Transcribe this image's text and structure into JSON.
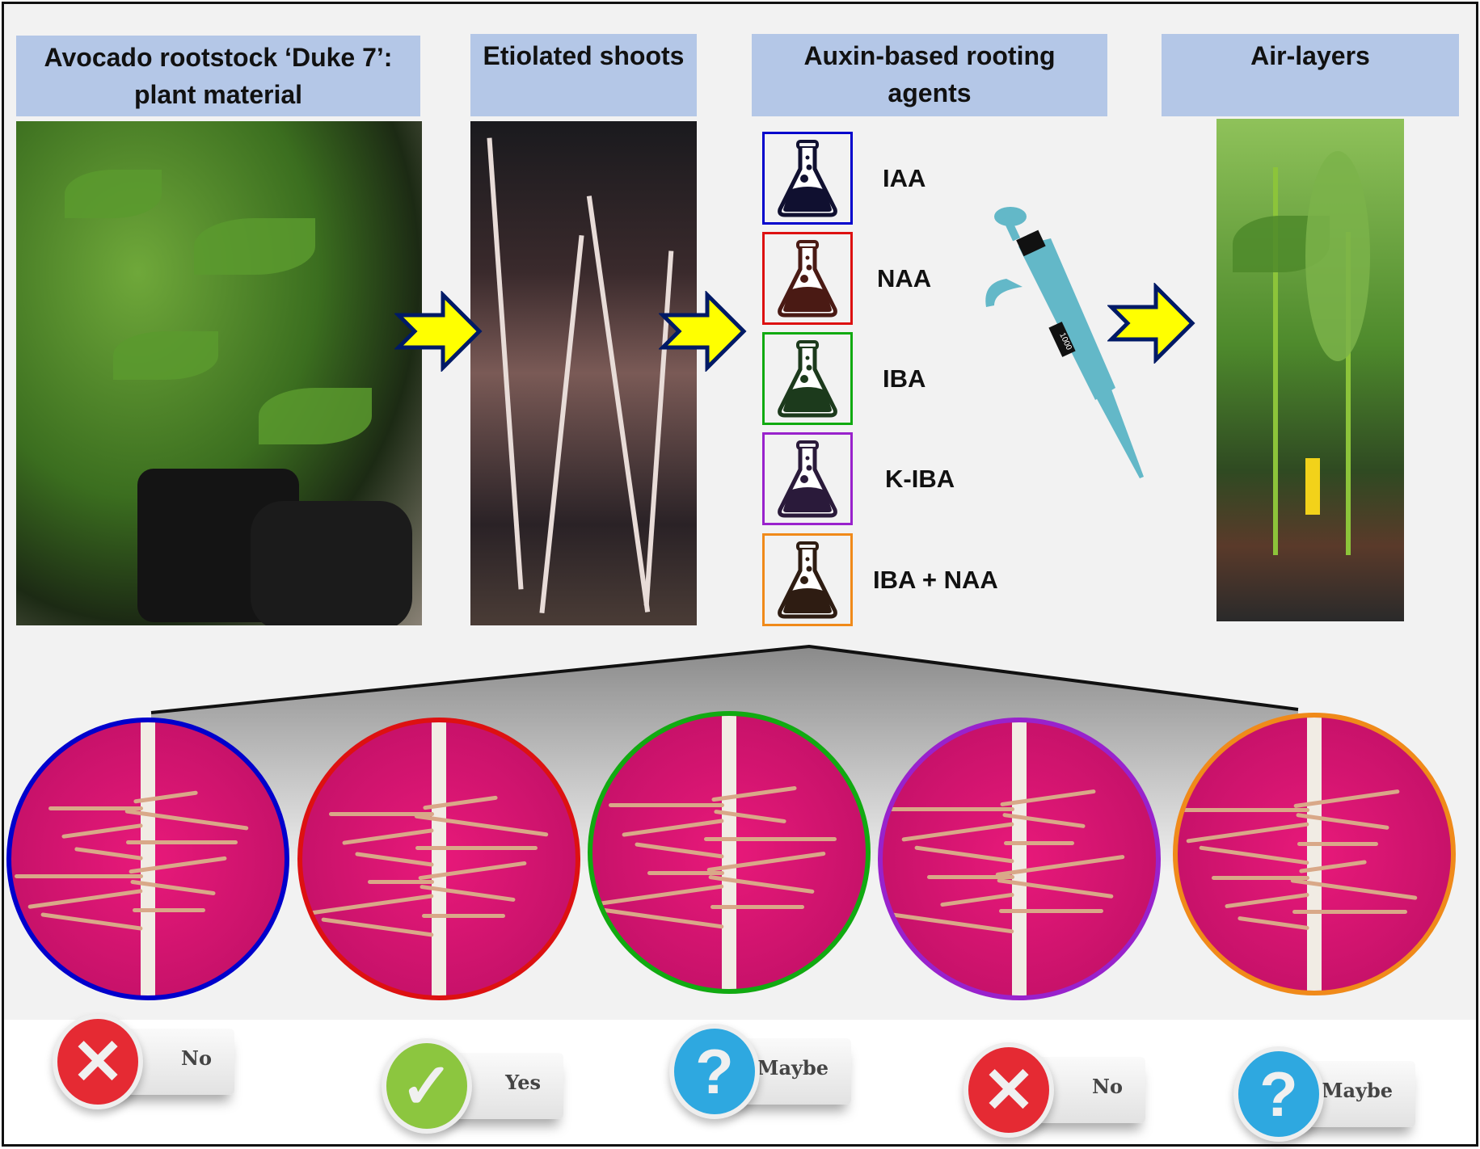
{
  "headers": {
    "plant_material": [
      "Avocado rootstock ‘Duke 7’:",
      "plant material"
    ],
    "etiolated": "Etiolated shoots",
    "auxin": [
      "Auxin-based rooting",
      "agents"
    ],
    "air_layers": "Air-layers"
  },
  "agents": [
    {
      "label": "IAA",
      "color": "#0000cc",
      "liquid": "#101030"
    },
    {
      "label": "NAA",
      "color": "#dd1111",
      "liquid": "#4a1a14"
    },
    {
      "label": "IBA",
      "color": "#11aa11",
      "liquid": "#1c3a1c"
    },
    {
      "label": "K-IBA",
      "color": "#9922cc",
      "liquid": "#2a1a3a"
    },
    {
      "label": "IBA + NAA",
      "color": "#f08a1a",
      "liquid": "#2e1c12"
    }
  ],
  "pipette_volume": "1000",
  "results": [
    {
      "label": "No",
      "icon": "x",
      "color": "#e52a33"
    },
    {
      "label": "Yes",
      "icon": "check",
      "color": "#8cc63f"
    },
    {
      "label": "Maybe",
      "icon": "question",
      "color": "#2ea8e0"
    },
    {
      "label": "No",
      "icon": "x",
      "color": "#e52a33"
    },
    {
      "label": "Maybe",
      "icon": "question",
      "color": "#2ea8e0"
    }
  ]
}
